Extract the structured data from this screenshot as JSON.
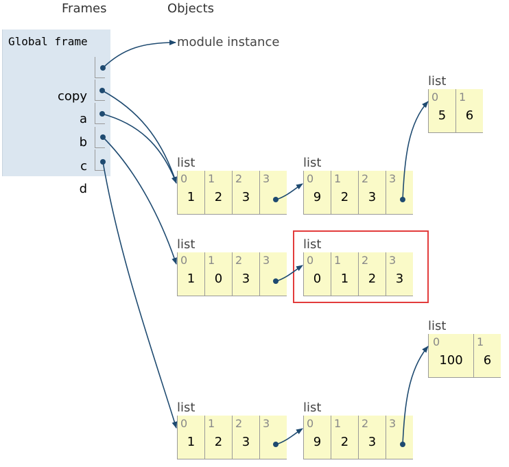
{
  "headers": {
    "frames": "Frames",
    "objects": "Objects"
  },
  "frame": {
    "title": "Global frame",
    "vars": [
      "copy",
      "a",
      "b",
      "c",
      "d"
    ]
  },
  "module_label": "module instance",
  "lists": {
    "L56": {
      "title": "list",
      "items": [
        [
          "0",
          "5"
        ],
        [
          "1",
          "6"
        ]
      ]
    },
    "La": {
      "title": "list",
      "items": [
        [
          "0",
          "1"
        ],
        [
          "1",
          "2"
        ],
        [
          "2",
          "3"
        ],
        [
          "3",
          ""
        ]
      ]
    },
    "La2": {
      "title": "list",
      "items": [
        [
          "0",
          "9"
        ],
        [
          "1",
          "2"
        ],
        [
          "2",
          "3"
        ],
        [
          "3",
          ""
        ]
      ]
    },
    "Lc": {
      "title": "list",
      "items": [
        [
          "0",
          "1"
        ],
        [
          "1",
          "0"
        ],
        [
          "2",
          "3"
        ],
        [
          "3",
          ""
        ]
      ]
    },
    "Lc2": {
      "title": "list",
      "items": [
        [
          "0",
          "0"
        ],
        [
          "1",
          "1"
        ],
        [
          "2",
          "2"
        ],
        [
          "3",
          "3"
        ]
      ]
    },
    "L100": {
      "title": "list",
      "items": [
        [
          "0",
          "100"
        ],
        [
          "1",
          "6"
        ]
      ]
    },
    "Ld": {
      "title": "list",
      "items": [
        [
          "0",
          "1"
        ],
        [
          "1",
          "2"
        ],
        [
          "2",
          "3"
        ],
        [
          "3",
          ""
        ]
      ]
    },
    "Ld2": {
      "title": "list",
      "items": [
        [
          "0",
          "9"
        ],
        [
          "1",
          "2"
        ],
        [
          "2",
          "3"
        ],
        [
          "3",
          ""
        ]
      ]
    }
  },
  "colors": {
    "frame_bg": "#dbe6f0",
    "cell_bg": "#fafac8",
    "arrow": "#1e4a70",
    "highlight": "#e23b3b"
  }
}
